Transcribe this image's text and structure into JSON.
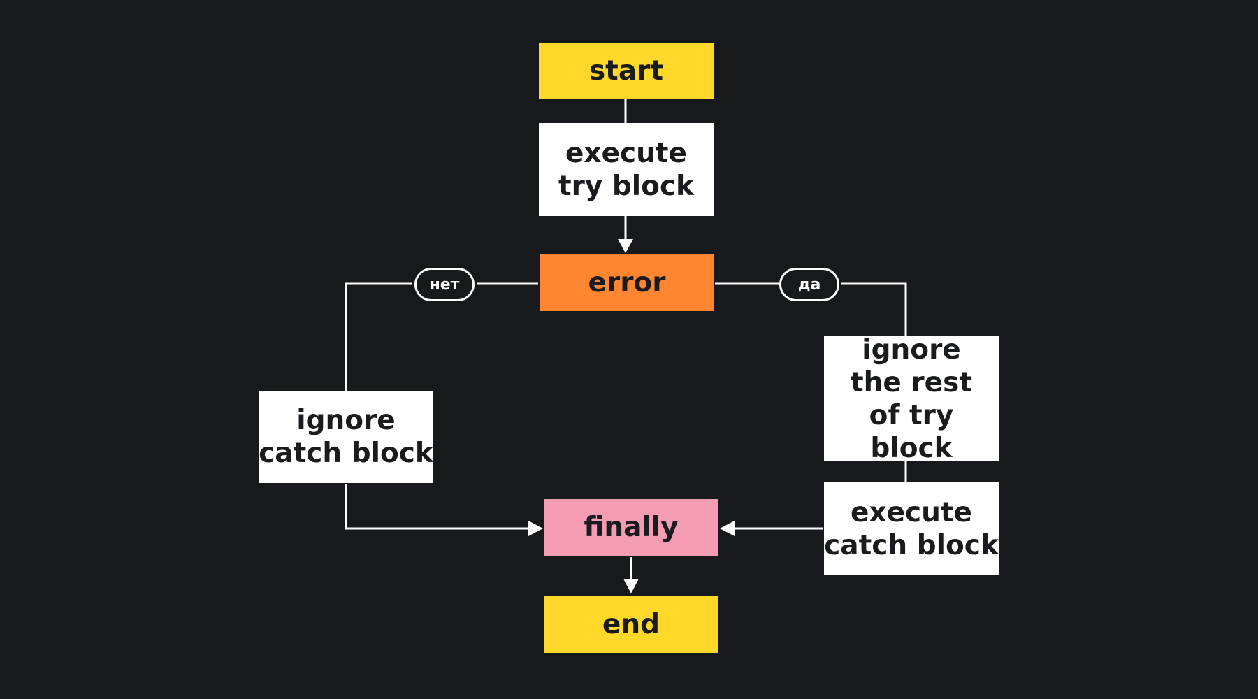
{
  "nodes": {
    "start": "start",
    "execute_try": [
      "execute",
      "try block"
    ],
    "error": "error",
    "ignore_catch": [
      "ignore",
      "catch block"
    ],
    "ignore_rest": [
      "ignore",
      "the rest",
      "of try block"
    ],
    "execute_catch": [
      "execute",
      "catch block"
    ],
    "finally": "finally",
    "end": "end"
  },
  "branches": {
    "no": "нет",
    "yes": "да"
  },
  "colors": {
    "background": "#18191d",
    "start_end": "#ffd829",
    "process": "#ffffff",
    "error": "#ff8630",
    "finally": "#f49cb2",
    "connector": "#ffffff"
  }
}
